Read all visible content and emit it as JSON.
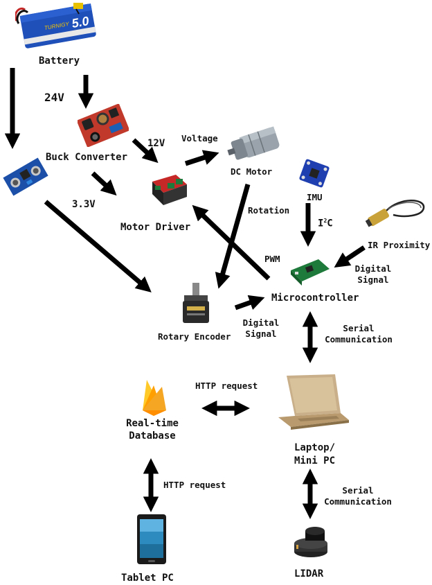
{
  "components": {
    "battery": "Battery",
    "buck_converter": "Buck Converter",
    "motor_driver": "Motor Driver",
    "dc_motor": "DC Motor",
    "imu": "IMU",
    "ir_proximity": "IR Proximity",
    "microcontroller": "Microcontroller",
    "rotary_encoder": "Rotary Encoder",
    "realtime_db_1": "Real-time",
    "realtime_db_2": "Database",
    "laptop_1": "Laptop/",
    "laptop_2": "Mini PC",
    "tablet": "Tablet PC",
    "lidar": "LIDAR"
  },
  "signals": {
    "v24": "24V",
    "v12": "12V",
    "v33": "3.3V",
    "voltage": "Voltage",
    "rotation": "Rotation",
    "pwm": "PWM",
    "i2c_base": "I",
    "i2c_sup": "2",
    "i2c_end": "C",
    "digital_signal_ir_1": "Digital",
    "digital_signal_ir_2": "Signal",
    "digital_signal_enc_1": "Digital",
    "digital_signal_enc_2": "Signal",
    "serial_mcu_1": "Serial",
    "serial_mcu_2": "Communication",
    "http_db_laptop": "HTTP request",
    "http_db_tablet": "HTTP request",
    "serial_lidar_1": "Serial",
    "serial_lidar_2": "Communication"
  },
  "battery_label": "5.0",
  "colors": {
    "arrow": "#000000",
    "battery_body": "#1f4fb8",
    "pcb_blue": "#1b4fa8",
    "pcb_red": "#c0392b",
    "pcb_green": "#1e7a3a",
    "motor_silver": "#9aa3ab",
    "laptop_gold": "#c9b08a",
    "firebase_orange": "#f5a623",
    "firebase_yellow": "#ffca28"
  }
}
